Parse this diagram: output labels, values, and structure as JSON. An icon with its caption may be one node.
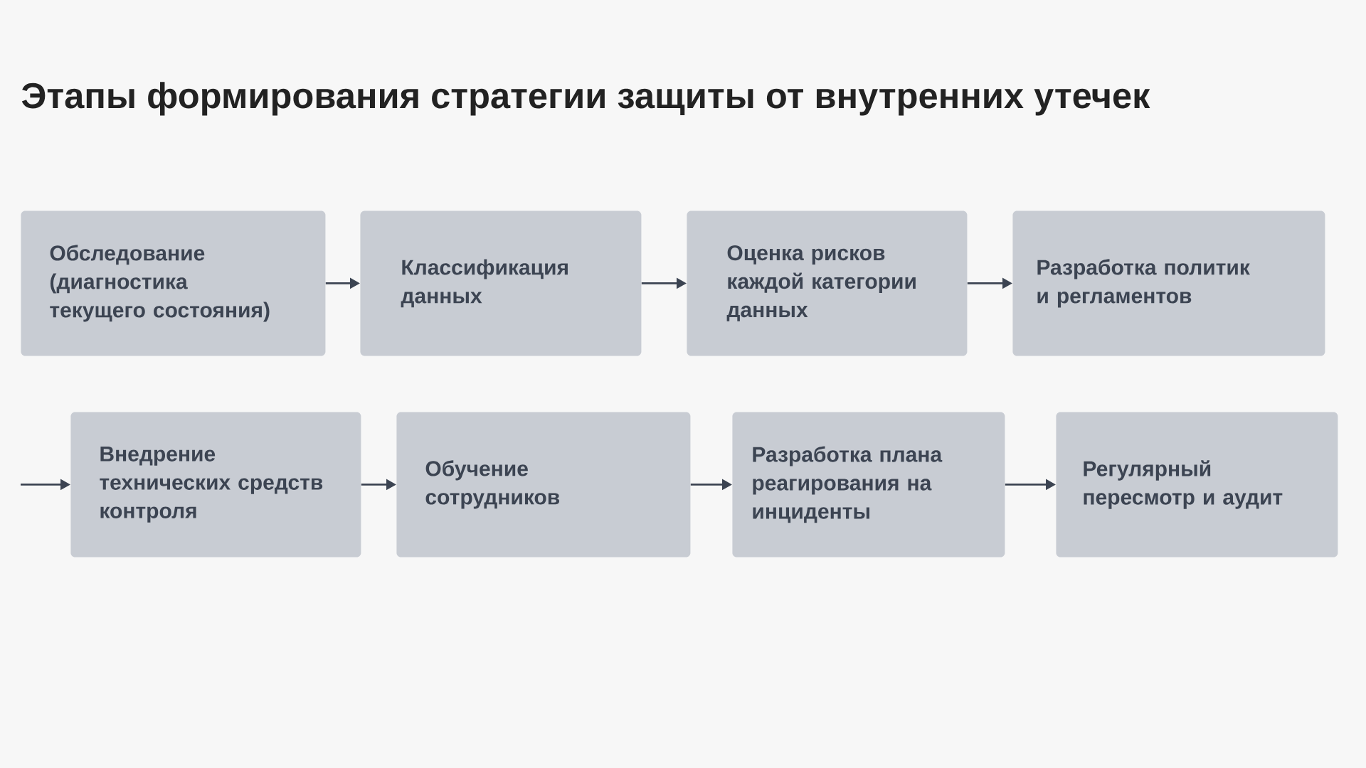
{
  "diagram": {
    "title": "Этапы формирования стратегии защиты от внутренних утечек",
    "nodes": [
      {
        "text": [
          "Обследование (диагностика текущего состояния)"
        ]
      },
      {
        "text": [
          "Классификация данных"
        ]
      },
      {
        "text": [
          "Оценка рисков каждой категории данных"
        ]
      },
      {
        "text": [
          "Разработка политик и регламентов"
        ]
      },
      {
        "text": [
          "Внедрение технических средств контроля"
        ]
      },
      {
        "text": [
          "Обучение сотрудников"
        ]
      },
      {
        "text": [
          "Разработка плана реагирования на инциденты"
        ]
      },
      {
        "text": [
          "Регулярный пересмотр и аудит"
        ]
      }
    ],
    "edges": [
      {
        "from": 0,
        "to": 1,
        "arrow": "to"
      },
      {
        "from": 1,
        "to": 2,
        "arrow": "to"
      },
      {
        "from": 2,
        "to": 3,
        "arrow": "to"
      },
      {
        "from": null,
        "to": 4,
        "arrow": "to"
      },
      {
        "from": 4,
        "to": 5,
        "arrow": "to"
      },
      {
        "from": 5,
        "to": 6,
        "arrow": "to"
      },
      {
        "from": 6,
        "to": 7,
        "arrow": "to"
      }
    ]
  }
}
